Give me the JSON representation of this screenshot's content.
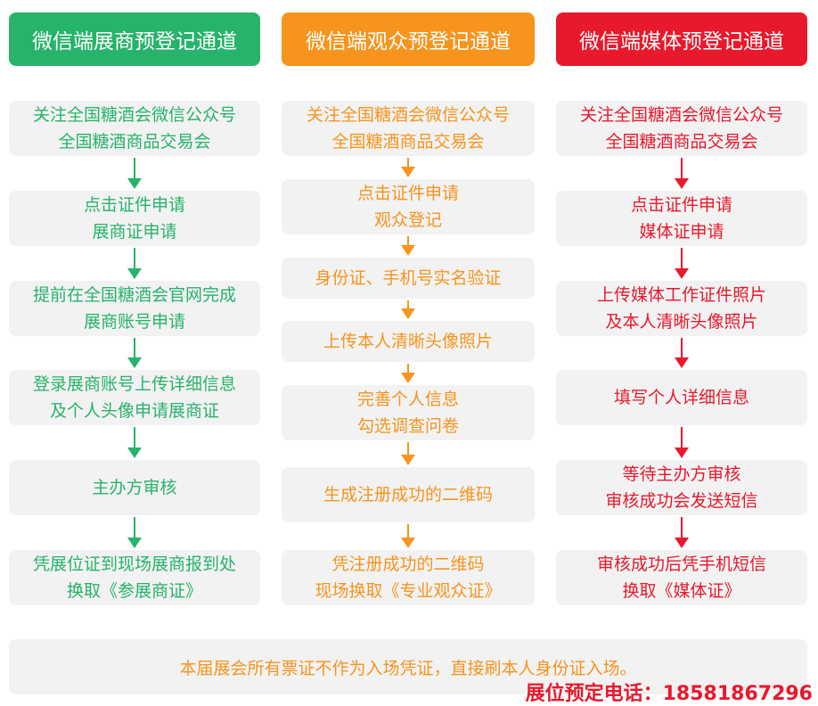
{
  "columns": [
    {
      "title": "微信端展商预登记通道",
      "color": "#27b36a",
      "steps": [
        [
          "关注全国糖酒会微信公众号",
          "全国糖酒商品交易会"
        ],
        [
          "点击证件申请",
          "展商证申请"
        ],
        [
          "提前在全国糖酒会官网完成",
          "展商账号申请"
        ],
        [
          "登录展商账号上传详细信息",
          "及个人头像申请展商证"
        ],
        [
          "主办方审核"
        ],
        [
          "凭展位证到现场展商报到处",
          "换取《参展商证》"
        ]
      ]
    },
    {
      "title": "微信端观众预登记通道",
      "color": "#f7941d",
      "steps": [
        [
          "关注全国糖酒会微信公众号",
          "全国糖酒商品交易会"
        ],
        [
          "点击证件申请",
          "观众登记"
        ],
        [
          "身份证、手机号实名验证"
        ],
        [
          "上传本人清晰头像照片"
        ],
        [
          "完善个人信息",
          "勾选调查问卷"
        ],
        [
          "生成注册成功的二维码"
        ],
        [
          "凭注册成功的二维码",
          "现场换取《专业观众证》"
        ]
      ]
    },
    {
      "title": "微信端媒体预登记通道",
      "color": "#e8192c",
      "steps": [
        [
          "关注全国糖酒会微信公众号",
          "全国糖酒商品交易会"
        ],
        [
          "点击证件申请",
          "媒体证申请"
        ],
        [
          "上传媒体工作证件照片",
          "及本人清晰头像照片"
        ],
        [
          "填写个人详细信息"
        ],
        [
          "等待主办方审核",
          "审核成功会发送短信"
        ],
        [
          "审核成功后凭手机短信",
          "换取《媒体证》"
        ]
      ]
    }
  ],
  "footer": "本届展会所有票证不作为入场凭证，直接刷本人身份证入场。",
  "phone": "展位预定电话：18581867296"
}
